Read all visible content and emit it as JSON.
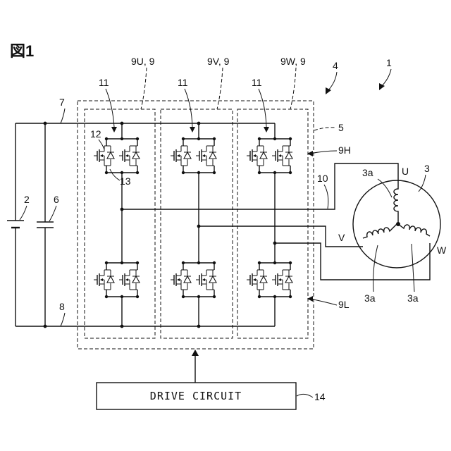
{
  "figure_title": "図1",
  "labels": {
    "system": "1",
    "battery": "2",
    "motor": "3",
    "coil": "3a",
    "inverter": "4",
    "enclosure": "5",
    "capacitor": "6",
    "positive_line": "7",
    "negative_line": "8",
    "arm_u": "9U, 9",
    "arm_v": "9V, 9",
    "arm_w": "9W, 9",
    "high_side": "9H",
    "low_side": "9L",
    "output_line": "10",
    "switch_module": "11",
    "transistor": "12",
    "diode": "13",
    "drive_ref": "14",
    "phase_u": "U",
    "phase_v": "V",
    "phase_w": "W"
  },
  "drive_circuit": {
    "label": "DRIVE CIRCUIT"
  }
}
